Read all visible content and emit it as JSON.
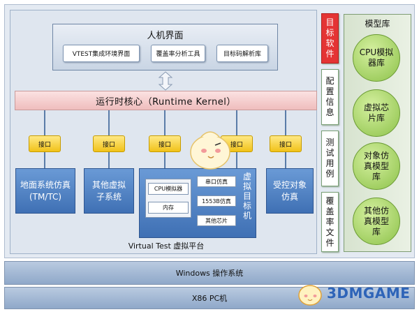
{
  "hmi": {
    "title": "人机界面",
    "tools": [
      "VTEST集成环境界面",
      "覆盖率分析工具",
      "目标码解析库"
    ]
  },
  "kernel": {
    "label": "运行时核心（Runtime Kernel）"
  },
  "ports": [
    "接口",
    "接口",
    "接口",
    "接口",
    "接口"
  ],
  "systems": {
    "ground": [
      "地面系统仿真",
      "(TM/TC)"
    ],
    "other_virtual": [
      "其他虚拟",
      "子系统"
    ],
    "controlled": [
      "受控对象",
      "仿真"
    ]
  },
  "virtual_target": {
    "cpu": "CPU模拟器",
    "memory": "内存",
    "chips": [
      "串口仿真",
      "1553B仿真",
      "其他芯片"
    ],
    "label_chars": [
      "虚",
      "拟",
      "目",
      "标",
      "机"
    ]
  },
  "platform_label": "Virtual Test 虚拟平台",
  "side_columns": [
    {
      "text": [
        "目",
        "标",
        "软",
        "件"
      ],
      "style": "red"
    },
    {
      "text": [
        "配",
        "置",
        "信",
        "息"
      ],
      "style": "white"
    },
    {
      "text": [
        "测",
        "试",
        "用",
        "例"
      ],
      "style": "white"
    },
    {
      "text": [
        "覆",
        "盖",
        "率",
        "文",
        "件"
      ],
      "style": "white"
    }
  ],
  "model_library": {
    "title": "模型库",
    "items": [
      [
        "CPU模拟",
        "器库"
      ],
      [
        "虚拟芯",
        "片库"
      ],
      [
        "对象仿",
        "真模型",
        "库"
      ],
      [
        "其他仿",
        "真模型",
        "库"
      ]
    ]
  },
  "bars": {
    "os": "Windows 操作系统",
    "hw": "X86 PC机"
  },
  "watermark": {
    "text": "3DMGAME"
  },
  "colors": {
    "port": "#f1c219",
    "system_box": "#3f70b4",
    "kernel": "#efbdbd",
    "library_circle": "#8dc24a",
    "target_software": "#e43434"
  }
}
